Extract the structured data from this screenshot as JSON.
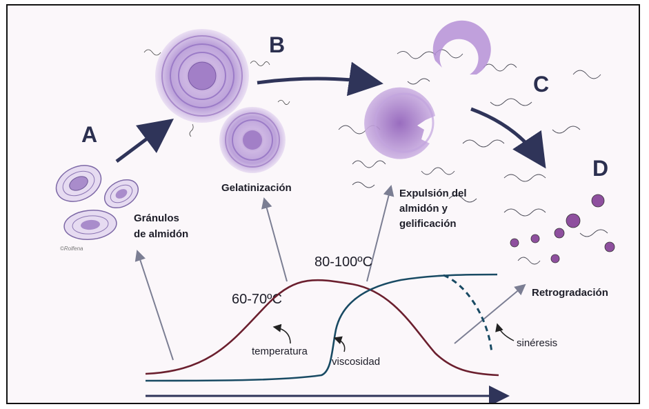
{
  "stage_letters": {
    "a": "A",
    "b": "B",
    "c": "C",
    "d": "D"
  },
  "labels": {
    "granulos_1": "Gránulos",
    "granulos_2": "de almidón",
    "gelatinizacion": "Gelatinización",
    "expulsion_1": "Expulsión del",
    "expulsion_2": "almidón y",
    "expulsion_3": "gelificación",
    "retrogradacion": "Retrogradación"
  },
  "temperatures": {
    "low": "60-70ºC",
    "high": "80-100ºC"
  },
  "curves": {
    "temperatura": "temperatura",
    "viscosidad": "viscosidad",
    "sineresis": "sinéresis"
  },
  "credit": "©Rolfena",
  "colors": {
    "temperature_curve": "#6b1f2e",
    "viscosity_curve": "#184a63",
    "arrow": "#2f3459",
    "granule": "#9b7bc7"
  }
}
